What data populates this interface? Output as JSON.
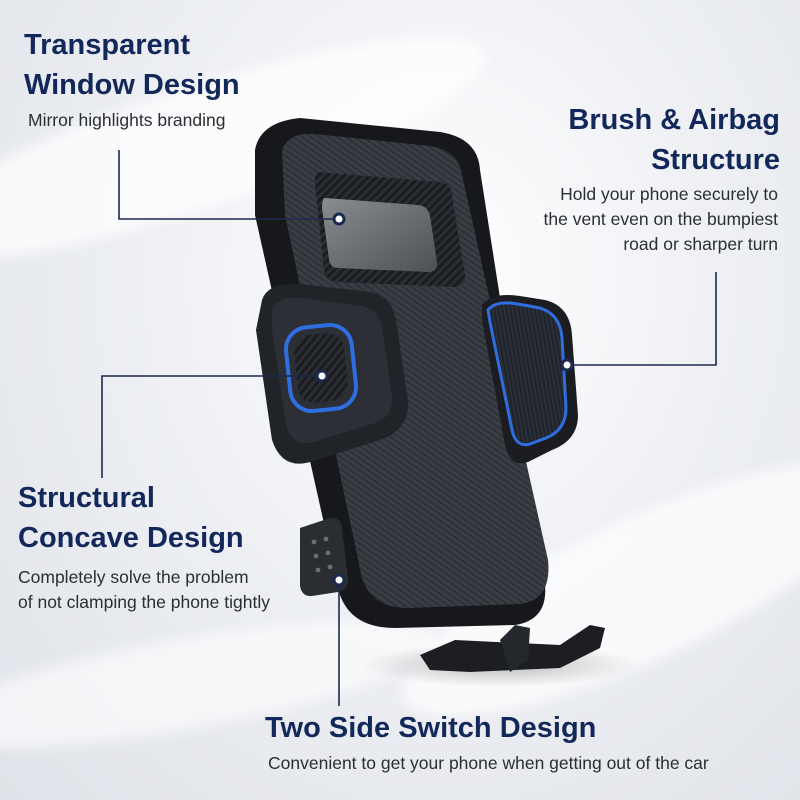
{
  "features": {
    "window": {
      "title_line1": "Transparent",
      "title_line2": "Window Design",
      "description": "Mirror highlights branding"
    },
    "brush": {
      "title_line1": "Brush & Airbag",
      "title_line2": "Structure",
      "desc_line1": "Hold your phone securely to",
      "desc_line2": "the vent even on the bumpiest",
      "desc_line3": "road or sharper turn"
    },
    "concave": {
      "title_line1": "Structural",
      "title_line2": "Concave Design",
      "desc_line1": "Completely solve the problem",
      "desc_line2": "of not clamping the phone tightly"
    },
    "switch": {
      "title": "Two Side Switch Design",
      "description": "Convenient to get your phone when getting out of the car"
    }
  },
  "colors": {
    "title": "#13285a",
    "accent_blue": "#2f6ee0",
    "body": "#2b2e33"
  }
}
